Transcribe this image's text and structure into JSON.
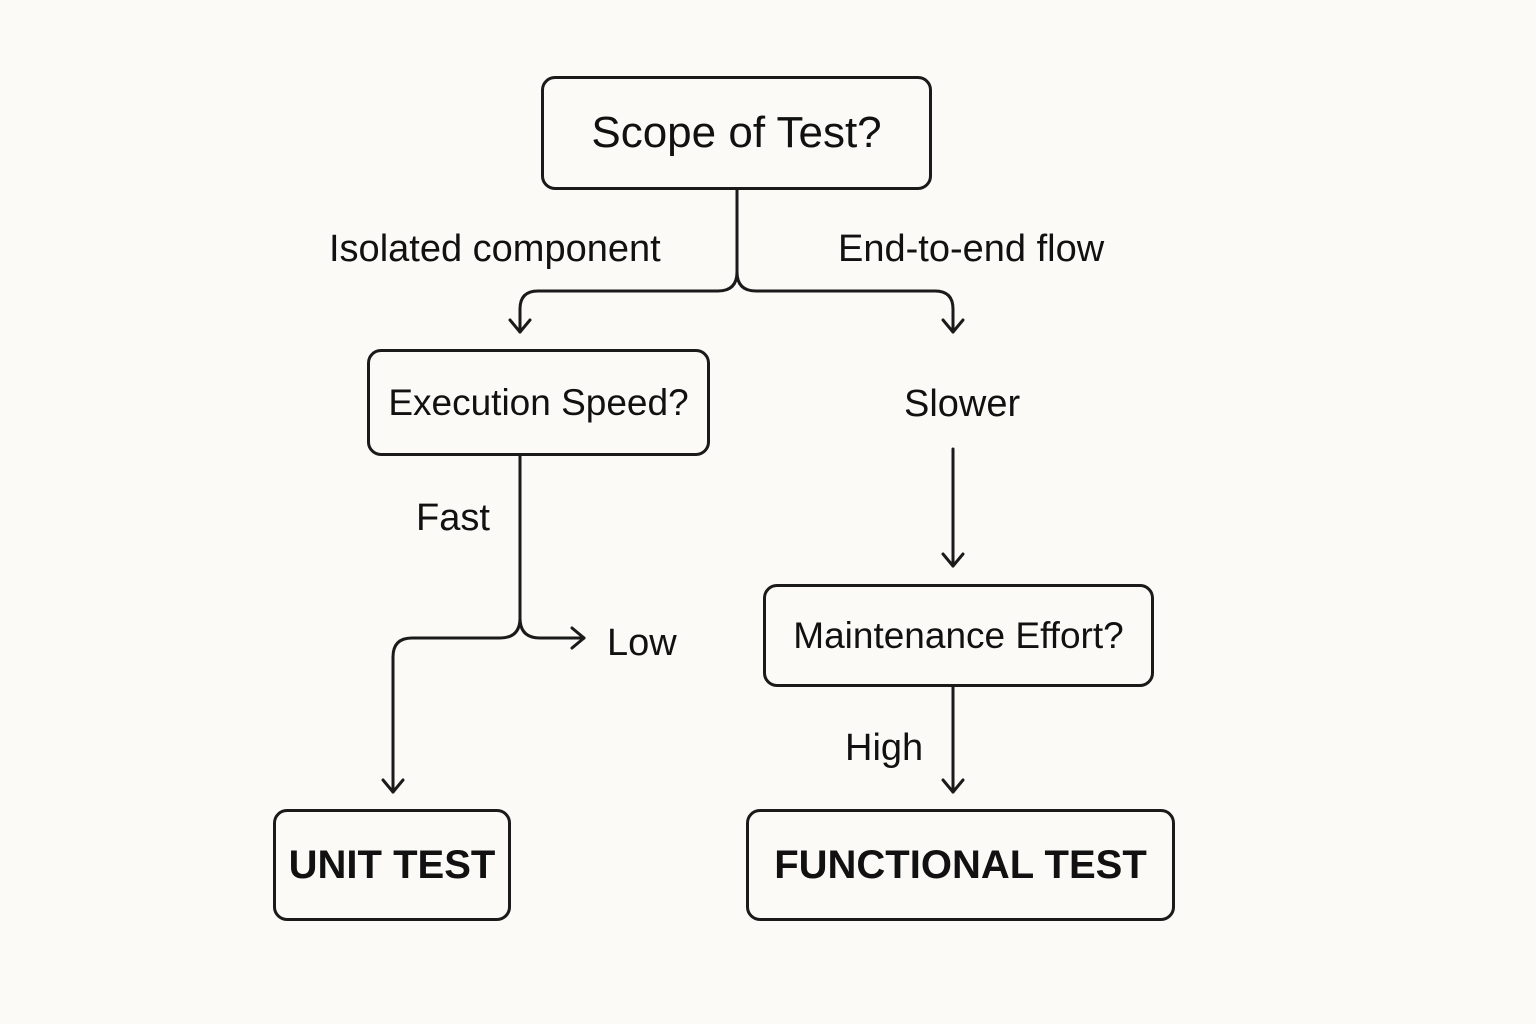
{
  "colors": {
    "background": "#fbfaf6",
    "line": "#1a1a1a",
    "text": "#111111"
  },
  "nodes": {
    "scope": {
      "label": "Scope of Test?"
    },
    "speed": {
      "label": "Execution Speed?"
    },
    "maintenance": {
      "label": "Maintenance Effort?"
    },
    "unit": {
      "label": "UNIT TEST"
    },
    "functional": {
      "label": "FUNCTIONAL TEST"
    }
  },
  "edges": {
    "isolated": {
      "label": "Isolated component"
    },
    "end_to_end": {
      "label": "End-to-end flow"
    },
    "slower": {
      "label": "Slower"
    },
    "fast": {
      "label": "Fast"
    },
    "low": {
      "label": "Low"
    },
    "high": {
      "label": "High"
    }
  }
}
